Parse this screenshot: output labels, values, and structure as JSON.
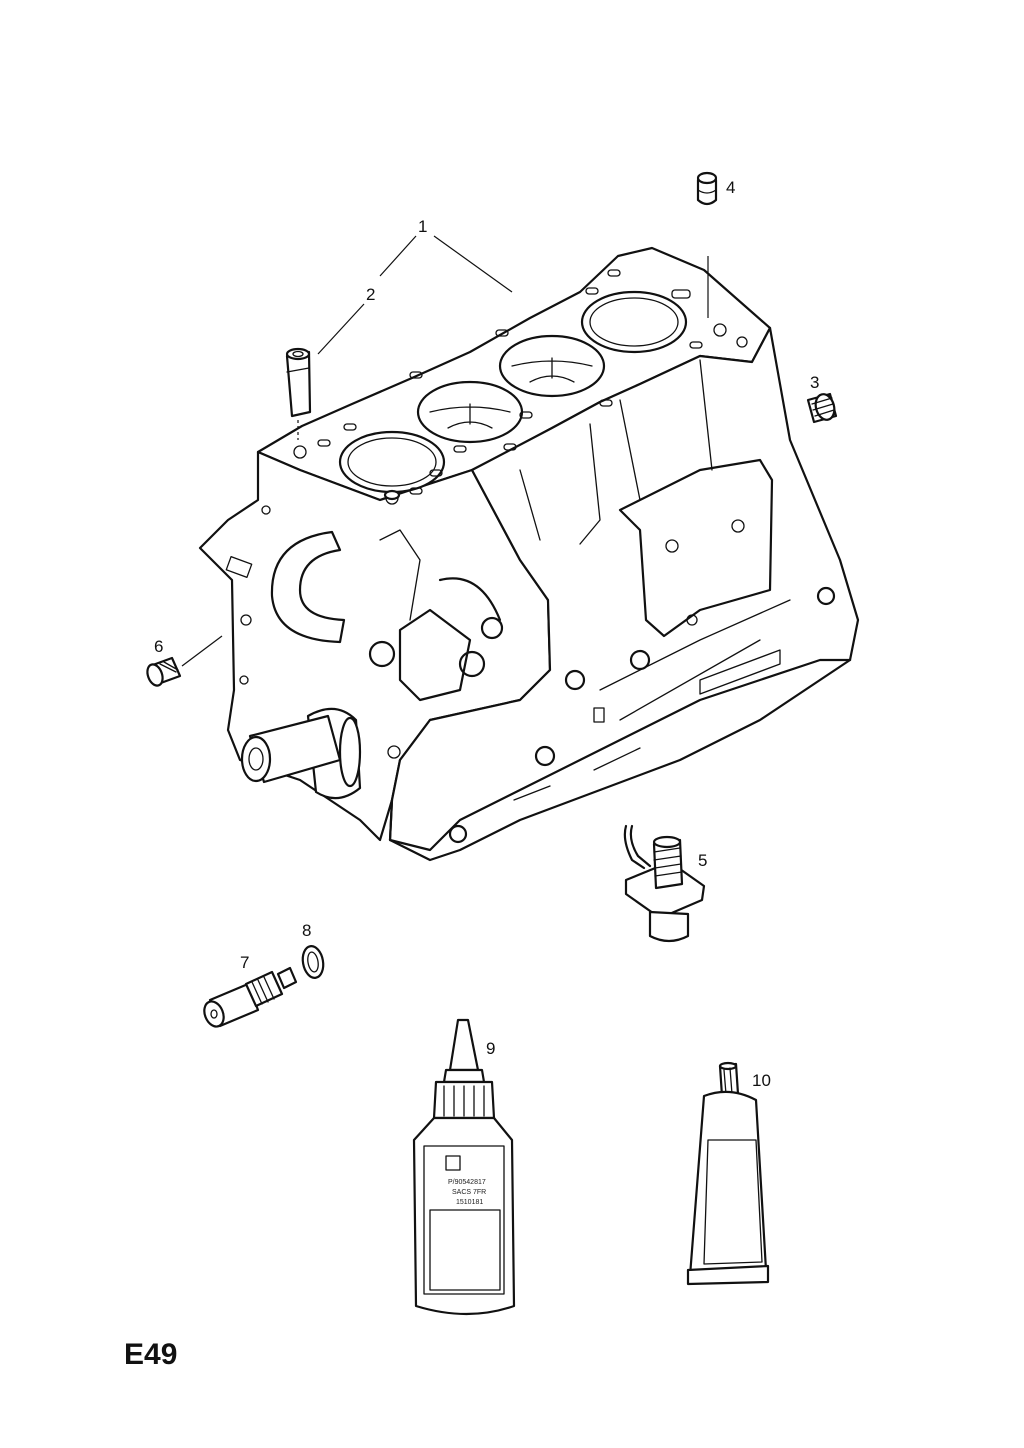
{
  "diagram": {
    "page_code": "E49",
    "callouts": {
      "c1": "1",
      "c2": "2",
      "c3": "3",
      "c4": "4",
      "c5": "5",
      "c6": "6",
      "c7": "7",
      "c8": "8",
      "c9": "9",
      "c10": "10"
    },
    "bottle_label": {
      "line1": "P/90542817",
      "line2": "SACS 7FR",
      "line3": "1510181"
    }
  }
}
